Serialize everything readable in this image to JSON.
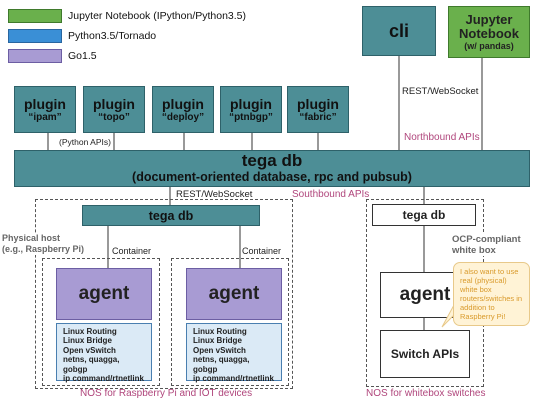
{
  "legend": [
    {
      "label": "Jupyter Notebook (IPython/Python3.5)",
      "color": "#6ab04c"
    },
    {
      "label": "Python3.5/Tornado",
      "color": "#3a8fd6"
    },
    {
      "label": "Go1.5",
      "color": "#a89bd3"
    }
  ],
  "top": {
    "cli_label": "cli",
    "jupyter_line1": "Jupyter",
    "jupyter_line2": "Notebook",
    "jupyter_line3": "(w/ pandas)",
    "rest_label": "REST/WebSocket",
    "northbound_label": "Northbound APIs"
  },
  "plugins": [
    {
      "title": "plugin",
      "name": "“ipam”"
    },
    {
      "title": "plugin",
      "name": "“topo”"
    },
    {
      "title": "plugin",
      "name": "“deploy”"
    },
    {
      "title": "plugin",
      "name": "“ptnbgp”"
    },
    {
      "title": "plugin",
      "name": "“fabric”"
    }
  ],
  "python_apis_label": "(Python APIs)",
  "main_db": {
    "title": "tega db",
    "subtitle": "(document-oriented database, rpc and pubsub)"
  },
  "southbound": {
    "rest_label": "REST/WebSocket",
    "apis_label": "Southbound APIs"
  },
  "rpi": {
    "db_label": "tega db",
    "host_line1": "Physical host",
    "host_line2": "(e.g., Raspberry Pi)",
    "containers": [
      {
        "label": "Container",
        "agent": "agent"
      },
      {
        "label": "Container",
        "agent": "agent"
      }
    ],
    "stack_lines": [
      "Linux Routing",
      "Linux Bridge",
      "Open vSwitch",
      "netns, quagga, gobgp",
      "ip command/rtnetlink"
    ],
    "footer": "NOS for Raspberry Pi and IOT devices"
  },
  "whitebox": {
    "db_label": "tega db",
    "ocp_line1": "OCP-compliant",
    "ocp_line2": "white box",
    "agent": "agent",
    "switch_apis": "Switch APIs",
    "callout": "I also want to use real (physical) white box routers/switches in addition to Raspberry Pi!",
    "footer": "NOS for whitebox switches"
  }
}
